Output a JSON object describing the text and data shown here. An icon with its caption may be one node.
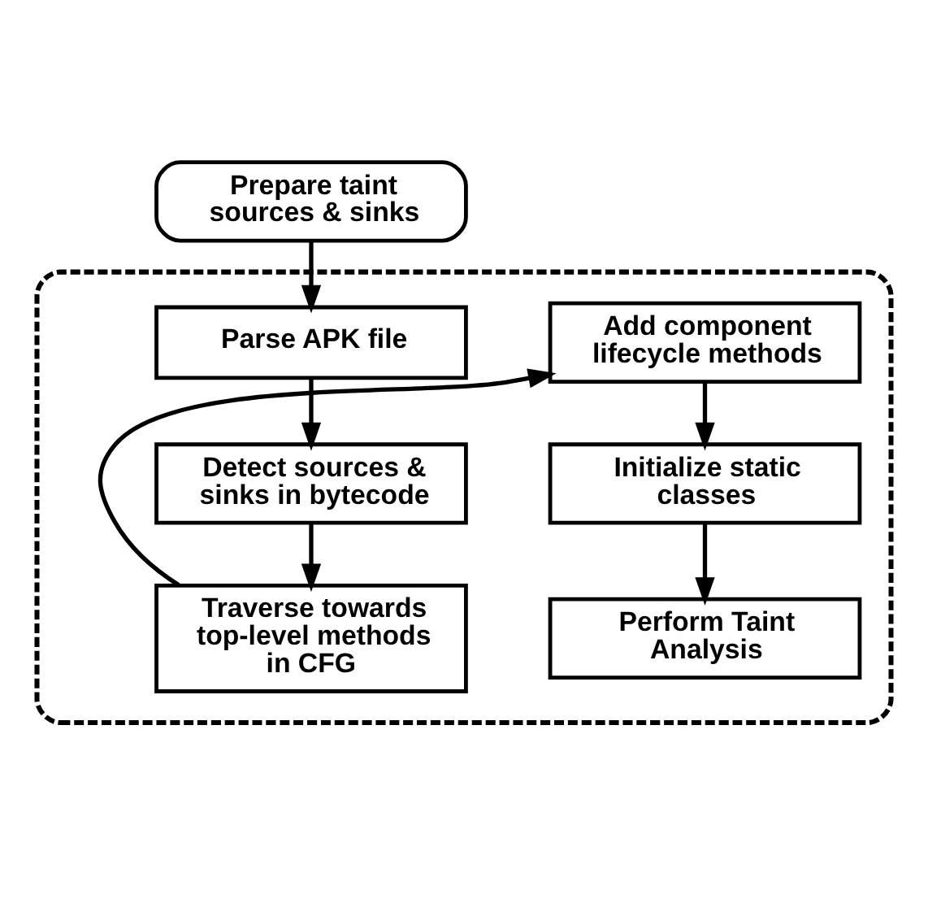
{
  "diagram": {
    "nodes": [
      {
        "text": [
          "Prepare taint sources & sinks"
        ]
      },
      {
        "text": [],
        "shape": "box"
      },
      {
        "text": [
          "Parse APK file"
        ],
        "in": 1
      },
      {
        "text": [
          "Detect sources & sinks in bytecode"
        ],
        "in": 1
      },
      {
        "text": [
          "Traverse towards top-level methods in CFG"
        ],
        "in": 1
      },
      {
        "text": [
          "Add component lifecycle methods"
        ],
        "in": 1
      },
      {
        "text": [
          "Initialize static classes"
        ],
        "in": 1
      },
      {
        "text": [
          "Perform Taint Analysis"
        ],
        "in": 1
      }
    ],
    "edges": [
      {
        "from": 0,
        "to": 2,
        "arrow": "to"
      },
      {
        "from": 2,
        "to": 3,
        "arrow": "to"
      },
      {
        "from": 3,
        "to": 4,
        "arrow": "to"
      },
      {
        "from": 4,
        "to": 5,
        "arrow": "to"
      },
      {
        "from": 5,
        "to": 6,
        "arrow": "to"
      },
      {
        "from": 6,
        "to": 7,
        "arrow": "to"
      }
    ]
  }
}
